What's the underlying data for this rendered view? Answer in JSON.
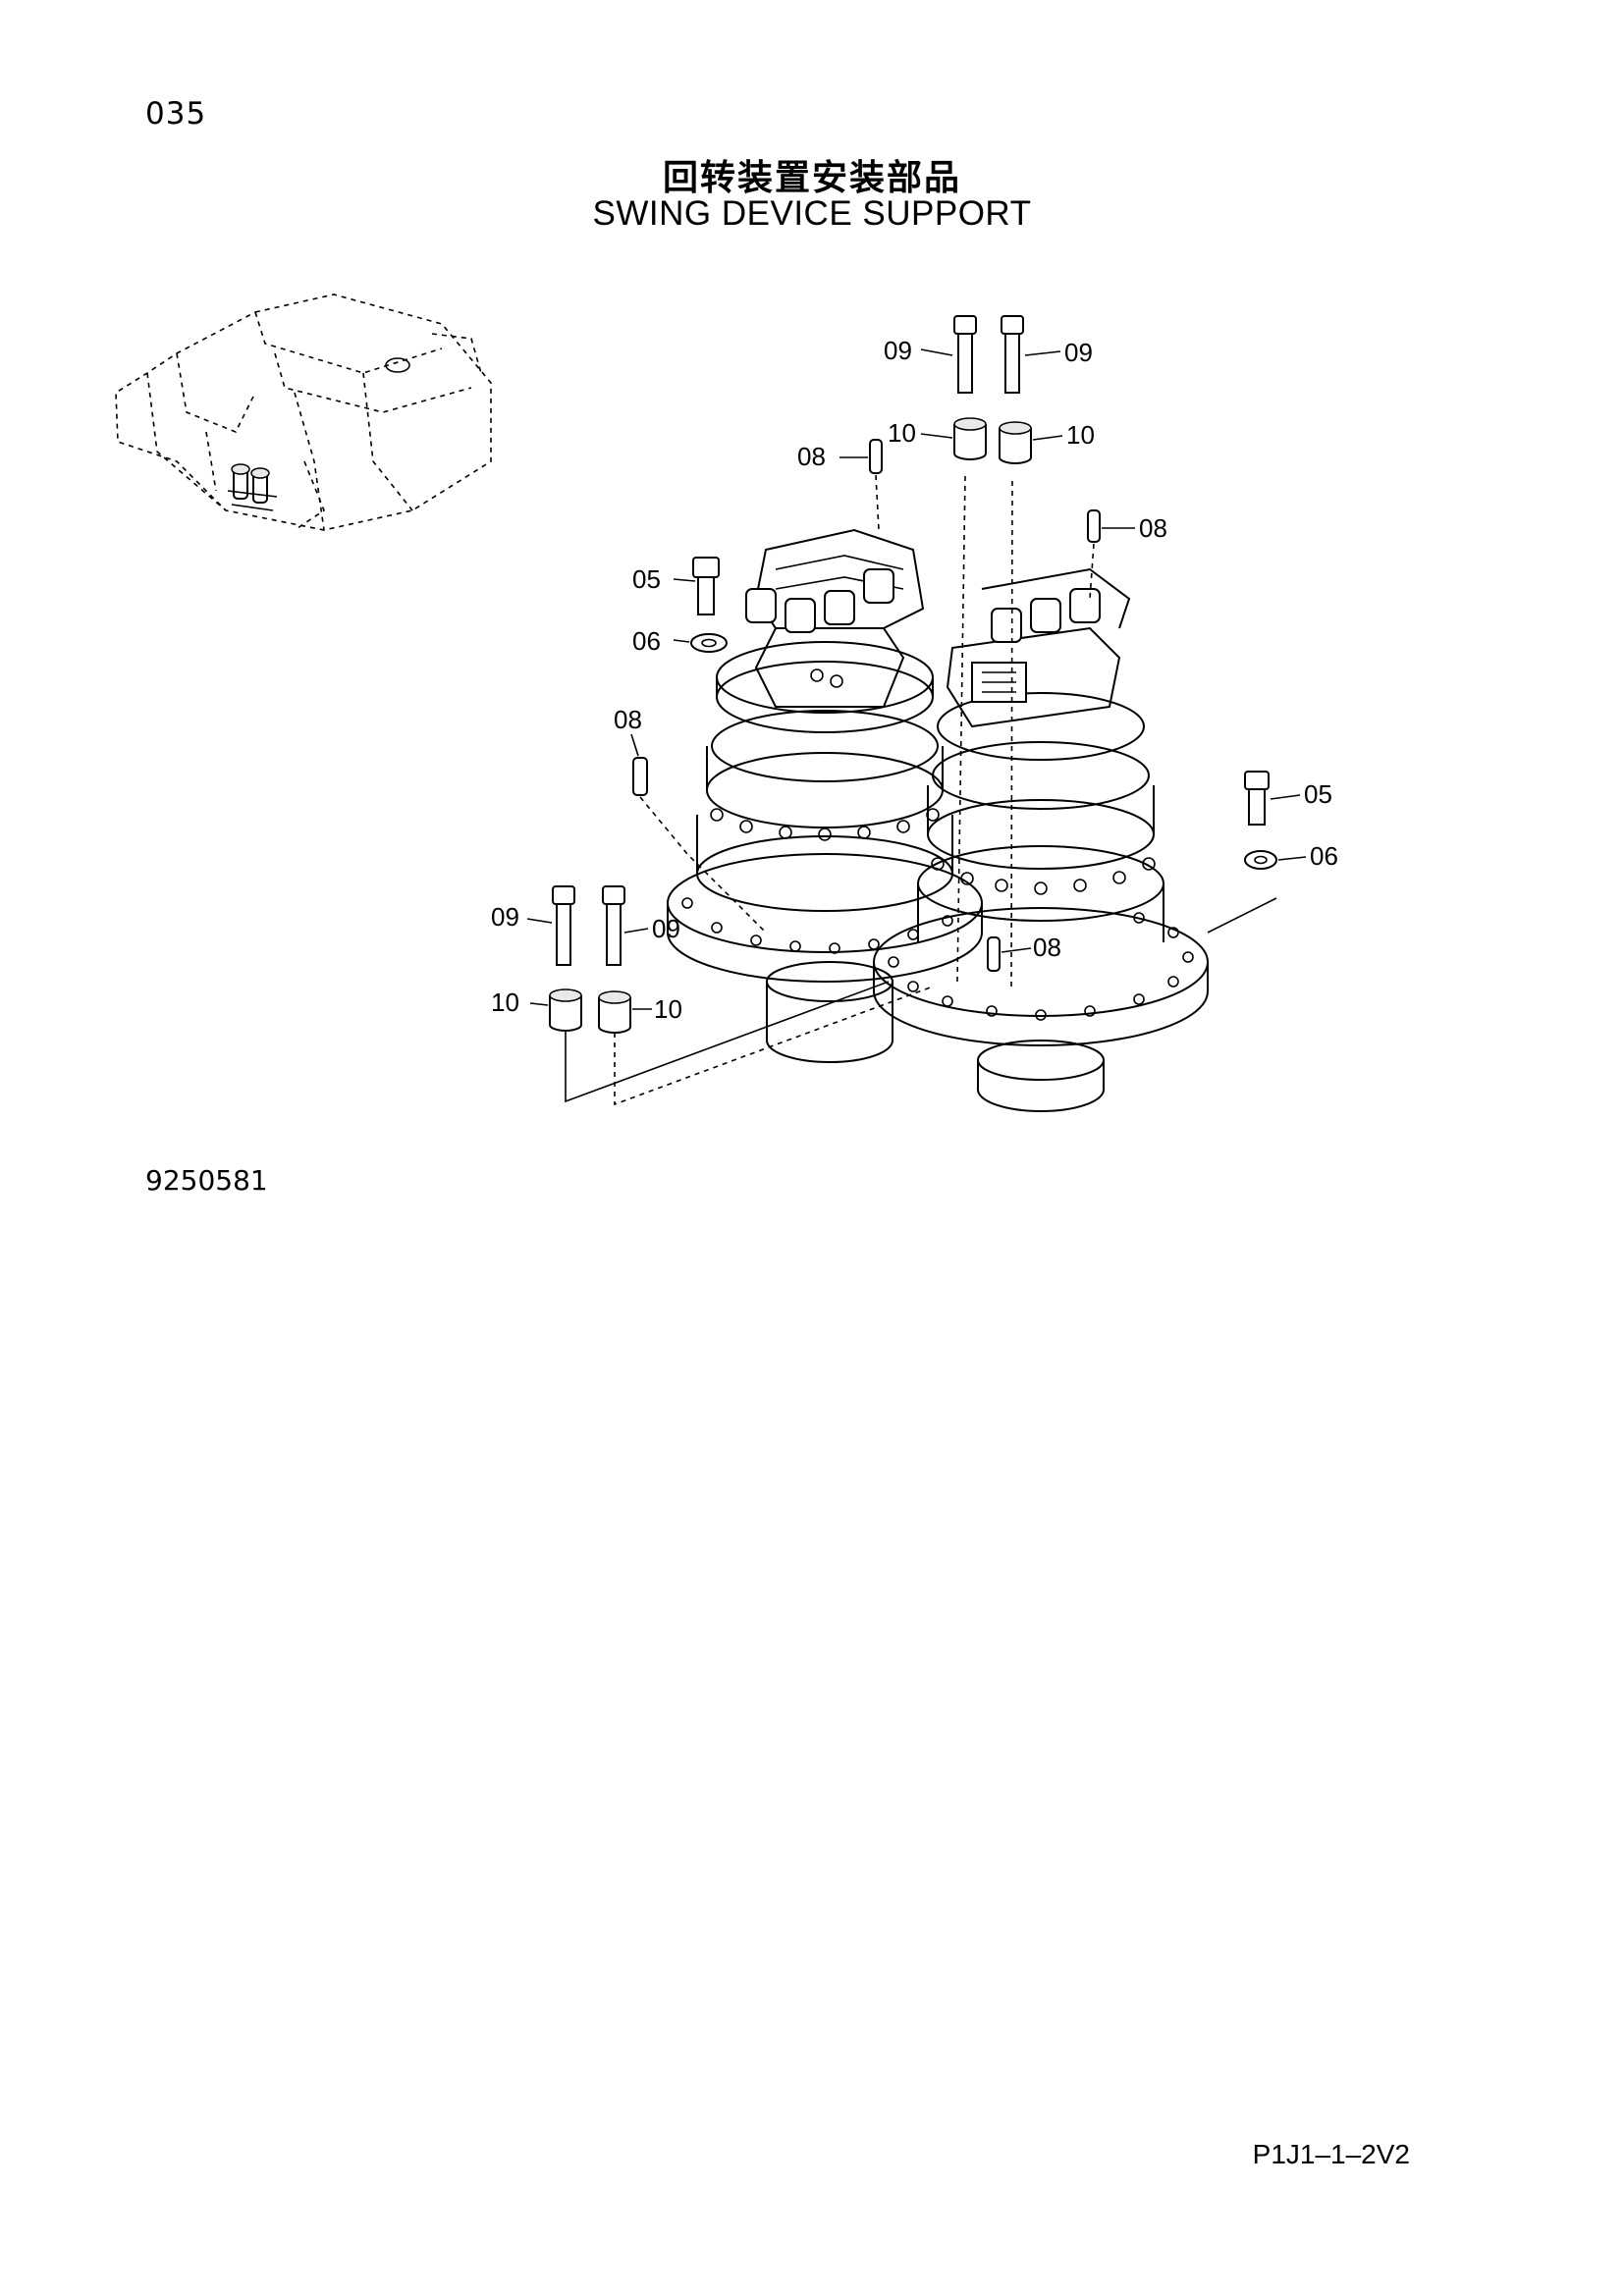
{
  "header": {
    "page_number": "035",
    "title_cn": "回转装置安装部品",
    "title_en": "SWING DEVICE SUPPORT"
  },
  "footer": {
    "drawing_number": "9250581",
    "page_code": "P1J1–1–2V2"
  },
  "callouts": {
    "c09_top_left": "09",
    "c09_top_right": "09",
    "c10_top_left": "10",
    "c10_top_right": "10",
    "c08_top": "08",
    "c08_right": "08",
    "c05_left": "05",
    "c06_left": "06",
    "c08_left": "08",
    "c05_right": "05",
    "c06_right": "06",
    "c09_bottom_left": "09",
    "c09_bottom_right": "09",
    "c08_center": "08",
    "c10_bottom_left": "10",
    "c10_bottom_right": "10"
  }
}
